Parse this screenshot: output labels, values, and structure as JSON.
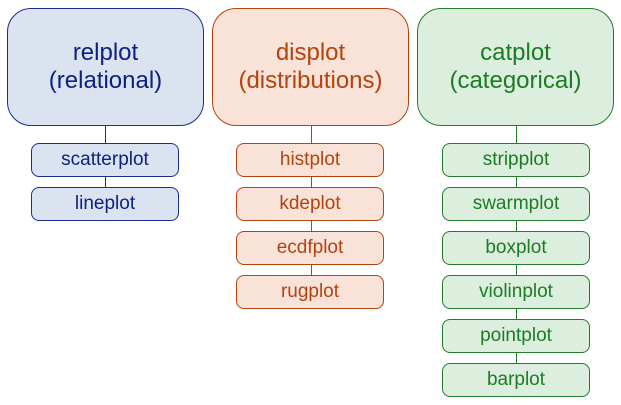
{
  "columns": [
    {
      "title": "relplot",
      "subtitle": "(relational)",
      "color": "#0d2182",
      "items": [
        "scatterplot",
        "lineplot"
      ]
    },
    {
      "title": "displot",
      "subtitle": "(distributions)",
      "color": "#b4430e",
      "items": [
        "histplot",
        "kdeplot",
        "ecdfplot",
        "rugplot"
      ]
    },
    {
      "title": "catplot",
      "subtitle": "(categorical)",
      "color": "#1c7c24",
      "items": [
        "stripplot",
        "swarmplot",
        "boxplot",
        "violinplot",
        "pointplot",
        "barplot"
      ]
    }
  ]
}
